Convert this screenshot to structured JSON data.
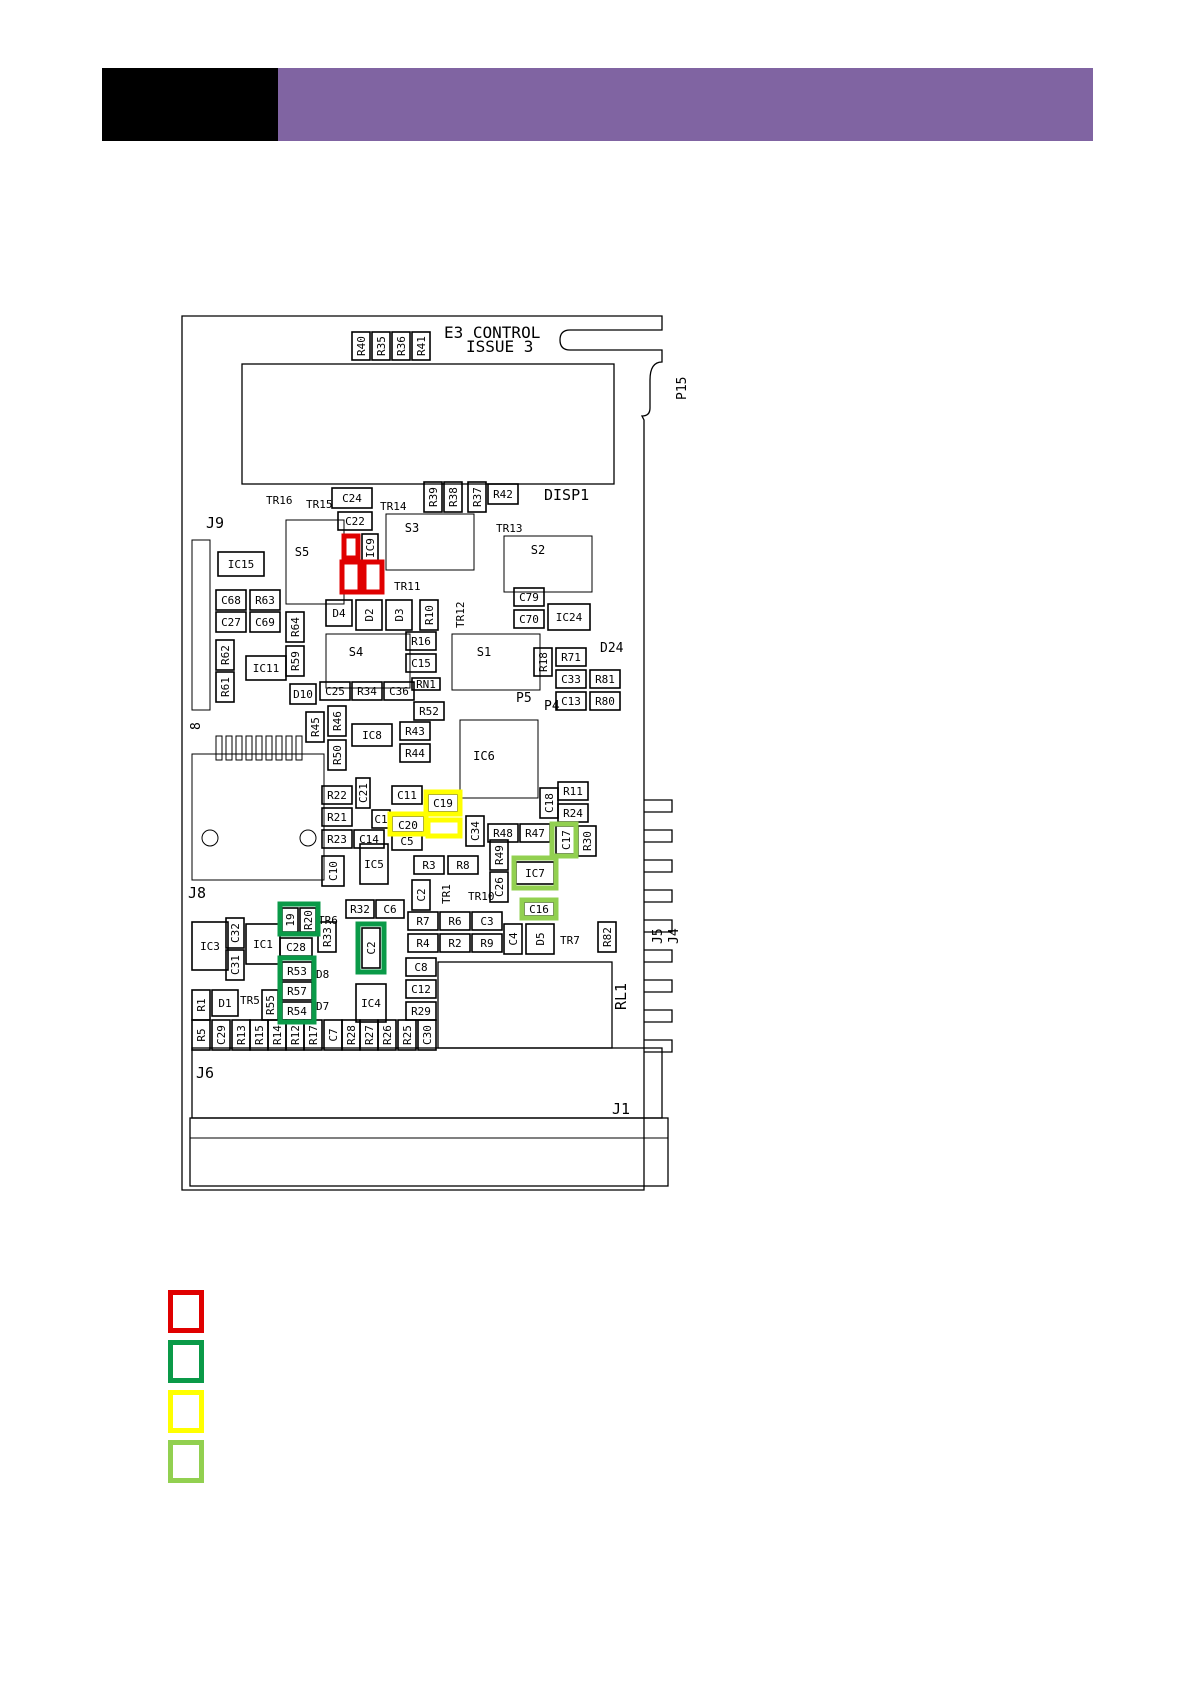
{
  "colors": {
    "header_accent": "#8064a2",
    "red": "#e00000",
    "dark_green": "#0a9a48",
    "yellow": "#ffff00",
    "light_green": "#92d050"
  },
  "board": {
    "title_line1": "E3 CONTROL",
    "title_line2": "ISSUE 3"
  },
  "labels": {
    "P15": "P15",
    "DISP1": "DISP1",
    "J9": "J9",
    "J8": "J8",
    "J6": "J6",
    "J1": "J1",
    "J5": "J5",
    "J4": "J4",
    "RL1": "RL1",
    "P5": "P5",
    "P4": "P4",
    "D24": "D24",
    "TR16": "TR16",
    "TR15": "TR15",
    "TR14": "TR14",
    "TR13": "TR13",
    "TR11": "TR11",
    "TR12": "TR12",
    "TR10": "TR10",
    "TR6": "TR6",
    "TR7": "TR7",
    "TR5": "TR5",
    "TR1": "TR1",
    "D8": "D8",
    "D7": "D7",
    "8": "8"
  },
  "parts": {
    "R40": "R40",
    "R35": "R35",
    "R36": "R36",
    "R41": "R41",
    "C24": "C24",
    "C22": "C22",
    "IC9": "IC9",
    "S3": "S3",
    "S2": "S2",
    "S5": "S5",
    "S4": "S4",
    "S1": "S1",
    "R39": "R39",
    "R38": "R38",
    "R37": "R37",
    "R42": "R42",
    "IC15": "IC15",
    "C68": "C68",
    "R63": "R63",
    "C27": "C27",
    "C69": "C69",
    "R64": "R64",
    "D4": "D4",
    "D2": "D2",
    "D3": "D3",
    "R10": "R10",
    "R62": "R62",
    "R59": "R59",
    "IC11": "IC11",
    "R61": "R61",
    "R16": "R16",
    "C15": "C15",
    "RN1": "RN1",
    "R18": "R18",
    "R71": "R71",
    "C33": "C33",
    "R81": "R81",
    "C13": "C13",
    "R80": "R80",
    "C79": "C79",
    "C70": "C70",
    "IC24": "IC24",
    "D10": "D10",
    "C25": "C25",
    "R34": "R34",
    "C36": "C36",
    "R52": "R52",
    "R45": "R45",
    "R46": "R46",
    "R50": "R50",
    "IC8": "IC8",
    "R43": "R43",
    "R44": "R44",
    "IC6": "IC6",
    "R22": "R22",
    "C21": "C21",
    "C11": "C11",
    "C19": "C19",
    "R11": "R11",
    "C18": "C18",
    "R24": "R24",
    "R21": "R21",
    "C1": "C1",
    "C20": "C20",
    "C10a": "C10",
    "R23": "R23",
    "C14": "C14",
    "C5": "C5",
    "C34": "C34",
    "R48": "R48",
    "R47": "R47",
    "C17": "C17",
    "R30": "R30",
    "C10": "C10",
    "IC5": "IC5",
    "R3": "R3",
    "R8": "R8",
    "R49": "R49",
    "IC7": "IC7",
    "C2a": "C2",
    "C26": "C26",
    "R32": "R32",
    "C6": "C6",
    "C16": "C16",
    "R7": "R7",
    "R6": "R6",
    "C3": "C3",
    "R19": "19",
    "R20": "R20",
    "IC3": "IC3",
    "C32": "C32",
    "IC1": "IC1",
    "C28": "C28",
    "R33": "R33",
    "C2": "C2",
    "R4": "R4",
    "R2": "R2",
    "R9": "R9",
    "C4": "C4",
    "D5": "D5",
    "R82": "R82",
    "C31": "C31",
    "R53": "R53",
    "C8": "C8",
    "R57": "R57",
    "C12": "C12",
    "R1": "R1",
    "D1": "D1",
    "R55": "R55",
    "R54": "R54",
    "IC4": "IC4",
    "R29": "R29",
    "R5": "R5",
    "C29": "C29",
    "R13": "R13",
    "R15": "R15",
    "R14": "R14",
    "R12": "R12",
    "R17": "R17",
    "C7": "C7",
    "R28": "R28",
    "R27": "R27",
    "R26": "R26",
    "R25": "R25",
    "C30": "C30"
  }
}
